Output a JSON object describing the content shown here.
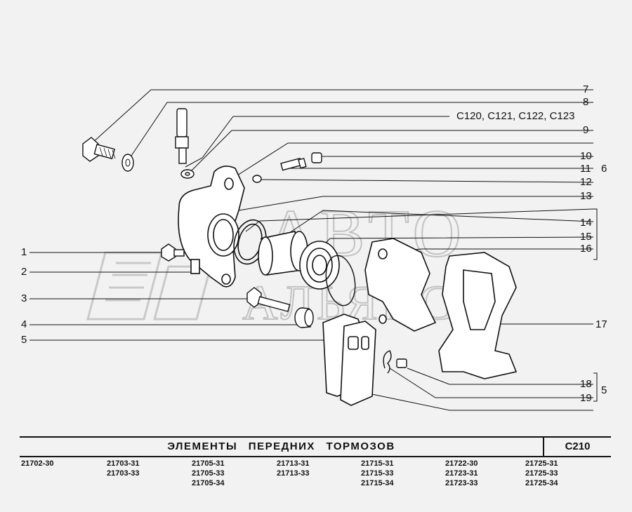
{
  "callouts_left": [
    "1",
    "2",
    "3",
    "4",
    "5"
  ],
  "callouts_right": [
    "7",
    "8",
    "C120, C121, C122, C123",
    "9",
    "10",
    "11",
    "12",
    "13",
    "14",
    "15",
    "16",
    "17",
    "18",
    "19"
  ],
  "group_labels": {
    "g6": "6",
    "g5": "5"
  },
  "footer": {
    "title": "ЭЛЕМЕНТЫ ПЕРЕДНИХ ТОРМОЗОВ",
    "code": "C210"
  },
  "models": [
    [
      "21702-30"
    ],
    [
      "21703-31",
      "21703-33"
    ],
    [
      "21705-31",
      "21705-33",
      "21705-34"
    ],
    [
      "21713-31",
      "21713-33"
    ],
    [
      "21715-31",
      "21715-33",
      "21715-34"
    ],
    [
      "21722-30",
      "21723-31",
      "21723-33"
    ],
    [
      "21725-31",
      "21725-33",
      "21725-34"
    ]
  ],
  "watermark": {
    "line1": "АВТО",
    "line2": "АЛЬЯНС"
  },
  "colors": {
    "line": "#111111",
    "watermark": "#c8c8c8",
    "background": "#f2f2f2"
  }
}
